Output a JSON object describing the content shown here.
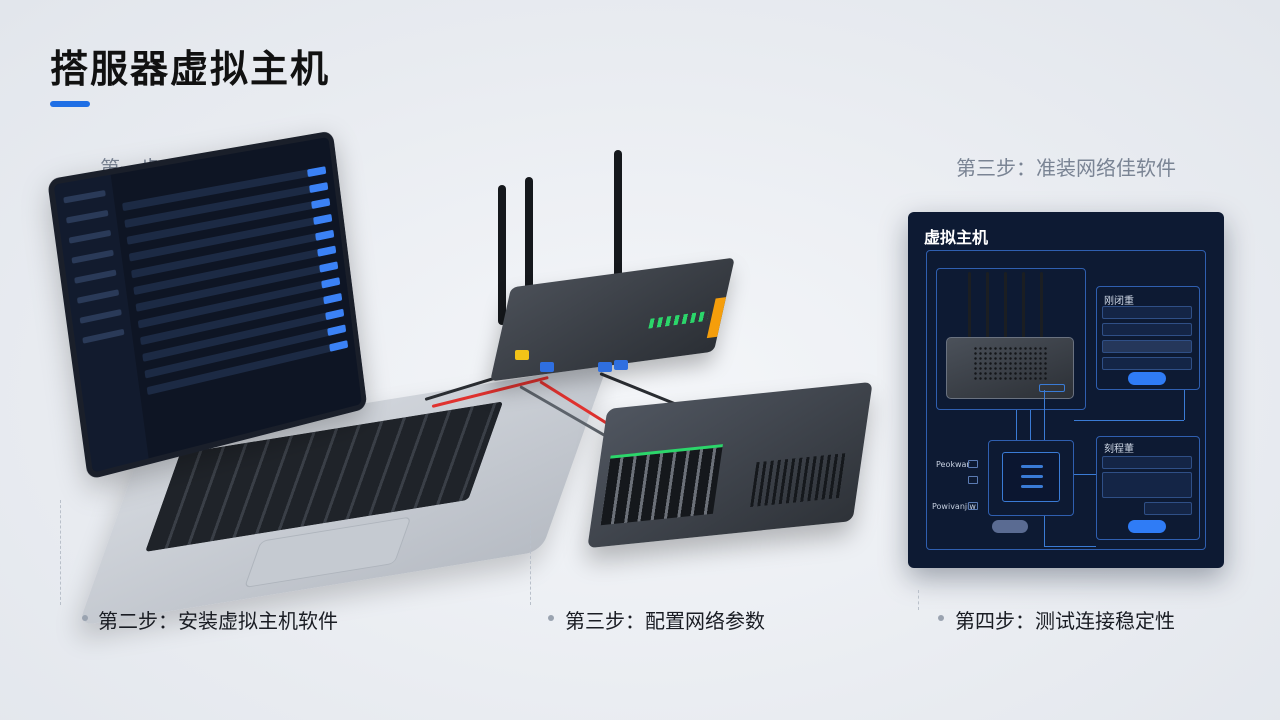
{
  "title": "搭服器虚拟主机",
  "colors": {
    "accent": "#1f6fe5",
    "panel_bg": "#0d1a33",
    "panel_line": "#3a7bd5"
  },
  "steps": {
    "step1": "第一步：准备服务器硬件",
    "step2": "第二步：安装虚拟主机软件",
    "step3_config": "第三步：配置网络参数",
    "step3_install": "第三步：准装网络佳软件",
    "step4": "第四步：测试连接稳定性"
  },
  "diagram": {
    "title": "虚拟主机",
    "top_box": {
      "label": "刚闭重",
      "fields": [
        "",
        "",
        "",
        "",
        ""
      ],
      "button": ""
    },
    "bottom_box": {
      "label": "刻程董",
      "fields": [
        "",
        ""
      ],
      "button": ""
    },
    "left_labels": [
      "Peokwar",
      "",
      "Powivanjiw"
    ],
    "left_button": ""
  }
}
